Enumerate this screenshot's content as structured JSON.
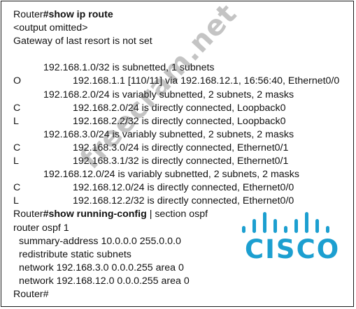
{
  "terminal": {
    "lines": [
      {
        "prompt": "Router",
        "cmd": "#show ip route",
        "rest": ""
      },
      {
        "text": "<output omitted>"
      },
      {
        "text": "Gateway of last resort is not set"
      },
      {
        "text": ""
      },
      {
        "text": "192.168.1.0/32 is subnetted, 1 subnets",
        "indent": 1
      },
      {
        "code": "O",
        "text": "192.168.1.1 [110/11] via 192.168.12.1, 16:56:40, Ethernet0/0"
      },
      {
        "text": "192.168.2.0/24 is variably subnetted, 2 subnets, 2 masks",
        "indent": 1
      },
      {
        "code": "C",
        "text": "192.168.2.0/24 is directly connected, Loopback0"
      },
      {
        "code": "L",
        "text": "192.168.2.2/32 is directly connected, Loopback0"
      },
      {
        "text": "192.168.3.0/24 is variably subnetted, 2 subnets, 2 masks",
        "indent": 1
      },
      {
        "code": "C",
        "text": "192.168.3.0/24 is directly connected, Ethernet0/1"
      },
      {
        "code": "L",
        "text": "192.168.3.1/32 is directly connected, Ethernet0/1"
      },
      {
        "text": "192.168.12.0/24 is variably subnetted, 2 subnets, 2 masks",
        "indent": 1
      },
      {
        "code": "C",
        "text": "192.168.12.0/24 is directly connected, Ethernet0/0"
      },
      {
        "code": "L",
        "text": "192.168.12.2/32 is directly connected, Ethernet0/0"
      },
      {
        "prompt": "Router",
        "cmd": "#show running-config",
        "rest": " | section ospf"
      },
      {
        "text": "router ospf 1"
      },
      {
        "text": "summary-address 10.0.0.0 255.0.0.0",
        "cfg": true
      },
      {
        "text": "redistribute static subnets",
        "cfg": true
      },
      {
        "text": "network 192.168.3.0 0.0.0.255 area 0",
        "cfg": true
      },
      {
        "text": "network 192.168.12.0 0.0.0.255 area 0",
        "cfg": true
      },
      {
        "text": "Router#"
      }
    ]
  },
  "watermark": {
    "text": "freecram.net"
  },
  "logo": {
    "text": "CISCO",
    "color": "#1c9fd0"
  }
}
